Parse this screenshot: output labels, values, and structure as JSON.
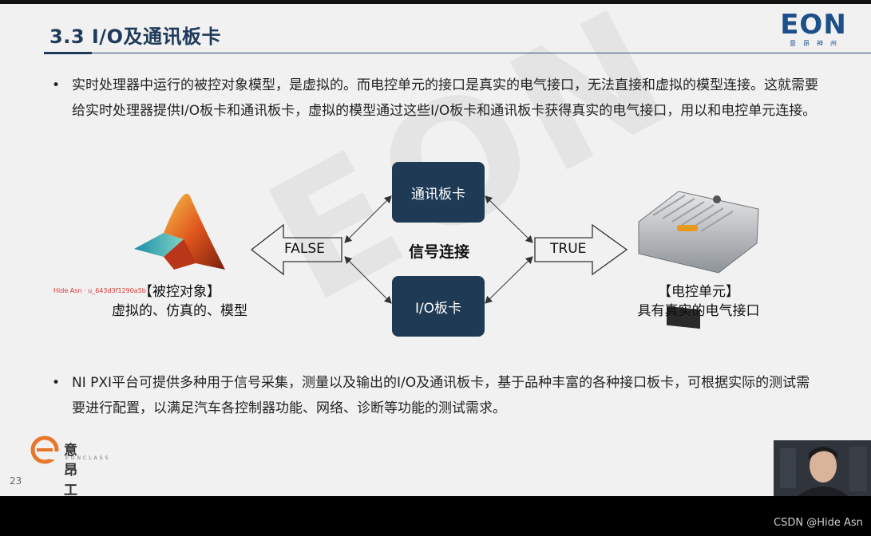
{
  "slide": {
    "title": "3.3 I/O及通讯板卡",
    "logo": {
      "word": "EON",
      "sub": "意昂神州"
    },
    "bullets": [
      "实时处理器中运行的被控对象模型，是虚拟的。而电控单元的接口是真实的电气接口，无法直接和虚拟的模型连接。这就需要给实时处理器提供I/O板卡和通讯板卡，虚拟的模型通过这些I/O板卡和通讯板卡获得真实的电气接口，用以和电控单元连接。",
      "NI PXI平台可提供多种用于信号采集，测量以及输出的I/O及通讯板卡，基于品种丰富的各种接口板卡，可根据实际的测试需要进行配置，以满足汽车各控制器功能、网络、诊断等功能的测试需求。"
    ],
    "bullet_symbol": "•",
    "diagram": {
      "box_top": "通讯板卡",
      "box_bottom": "I/O板卡",
      "center": "信号连接",
      "left_arrow": "FALSE",
      "right_arrow": "TRUE",
      "left_caption_title": "【被控对象】",
      "left_caption_sub": "虚拟的、仿真的、模型",
      "right_caption_title": "【电控单元】",
      "right_caption_sub": "具有真实的电气接口",
      "tiny_overlay": "Hide Asn · u_643d3f1290a5b"
    },
    "brand": {
      "name": "意昂工课",
      "sub": "EONCLASS"
    },
    "page_number": "23"
  },
  "footer": {
    "credit": "CSDN @Hide Asn"
  },
  "colors": {
    "title": "#1f3a5a",
    "box": "#1f3a55",
    "logo": "#1d4f8a",
    "brand_orange": "#e8762a"
  }
}
